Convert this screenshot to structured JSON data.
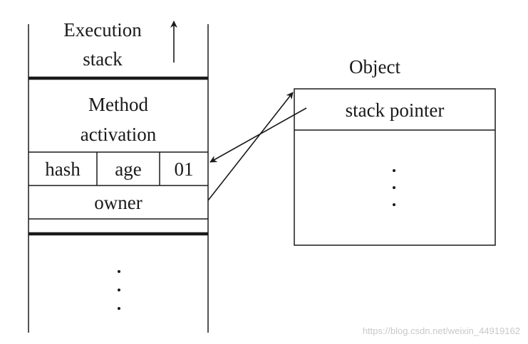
{
  "stack": {
    "title_line1": "Execution",
    "title_line2": "stack",
    "method_line1": "Method",
    "method_line2": "activation",
    "field_hash": "hash",
    "field_age": "age",
    "field_lock": "01",
    "field_owner": "owner"
  },
  "object": {
    "title": "Object",
    "field_stack_pointer": "stack pointer"
  },
  "watermark": "https://blog.csdn.net/weixin_44919162"
}
